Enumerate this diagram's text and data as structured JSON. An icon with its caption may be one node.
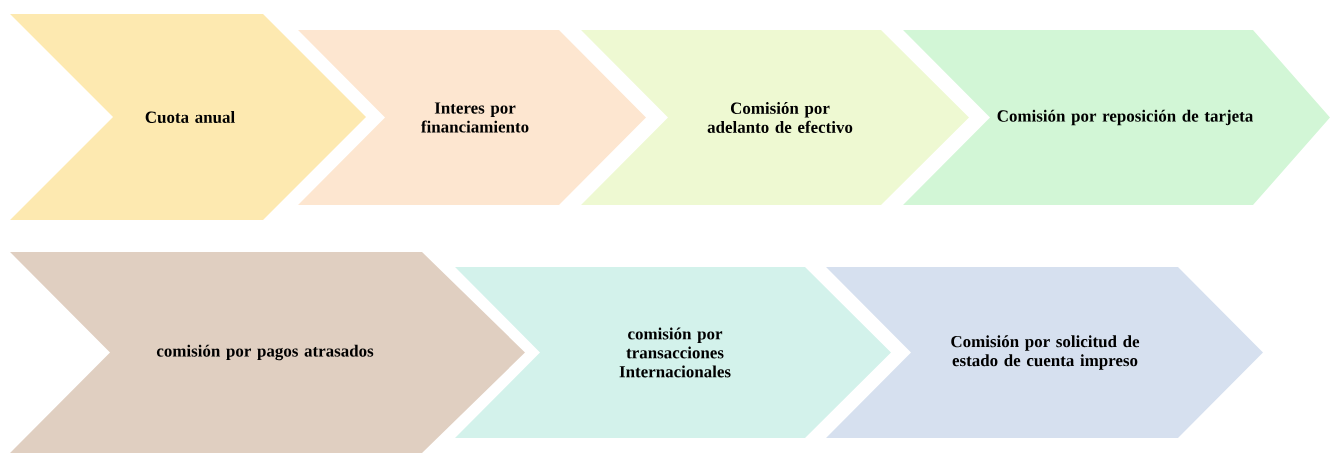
{
  "diagram": {
    "nodes": [
      {
        "text": [
          "Cuota anual"
        ]
      },
      {
        "text": [
          "Interes por financiamiento"
        ]
      },
      {
        "text": [
          "Comisión por adelanto de efectivo"
        ]
      },
      {
        "text": [
          "Comisión por reposición de tarjeta"
        ]
      },
      {
        "text": [
          "comisión por pagos atrasados"
        ]
      },
      {
        "text": [
          "comisión por transacciones Internacionales"
        ]
      },
      {
        "text": [
          "Comisión por solicitud de estado de cuenta impreso"
        ]
      }
    ]
  }
}
